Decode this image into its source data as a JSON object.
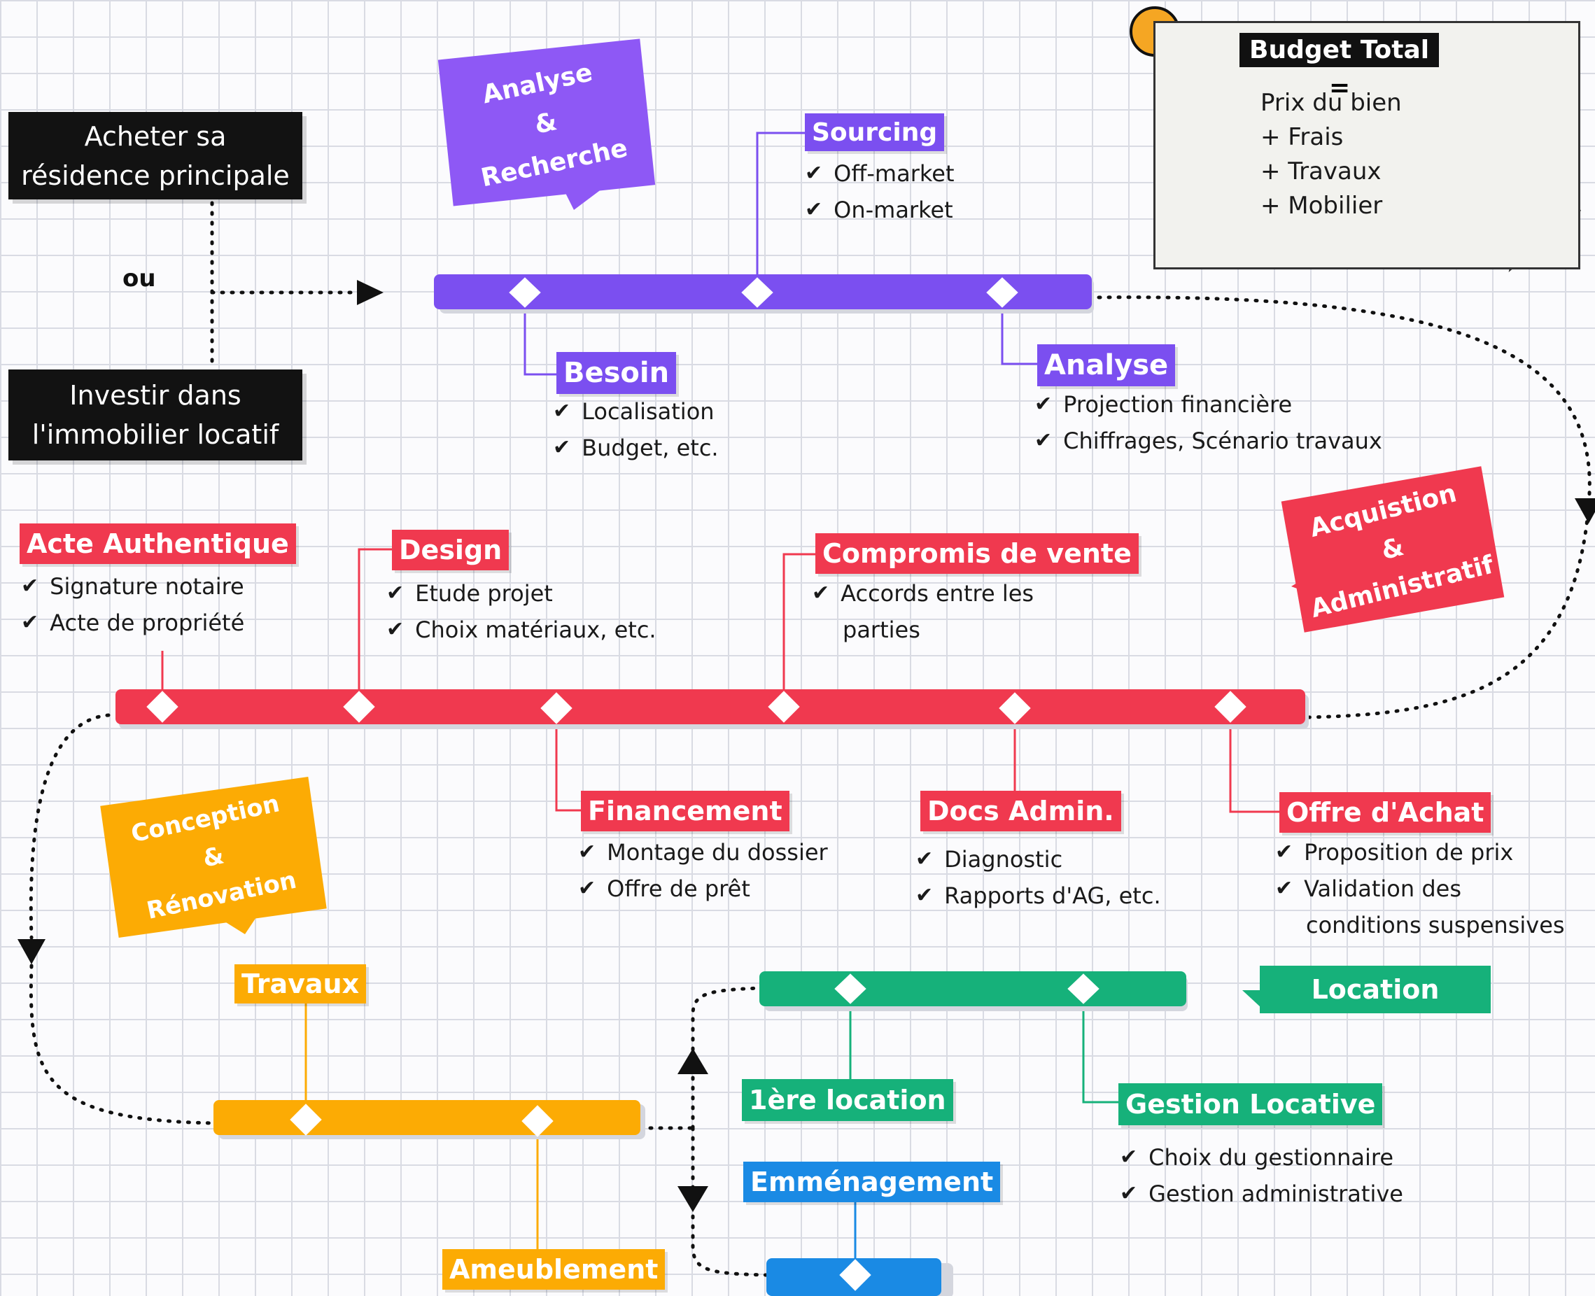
{
  "goals": {
    "buy": [
      "Acheter sa",
      "résidence principale"
    ],
    "or": "ou",
    "invest": [
      "Investir dans",
      "l'immobilier locatif"
    ]
  },
  "budget": {
    "title": "Budget Total",
    "equals": "=",
    "lines": [
      "Prix du bien",
      "+ Frais",
      "+ Travaux",
      "+ Mobilier"
    ]
  },
  "phases": {
    "analyse": [
      "Analyse",
      "&",
      "Recherche"
    ],
    "acquisition": [
      "Acquistion",
      "&",
      "Administratif"
    ],
    "conception": [
      "Conception",
      "&",
      "Rénovation"
    ],
    "location": "Location"
  },
  "check": "✔",
  "purple": {
    "color": "#7b4ff0",
    "sourcing": {
      "title": "Sourcing",
      "items": [
        "Off-market",
        "On-market"
      ]
    },
    "besoin": {
      "title": "Besoin",
      "items": [
        "Localisation",
        "Budget, etc."
      ]
    },
    "analyse": {
      "title": "Analyse",
      "items": [
        "Projection financière",
        "Chiffrages, Scénario travaux"
      ]
    }
  },
  "red": {
    "color": "#f0394f",
    "acte": {
      "title": "Acte Authentique",
      "items": [
        "Signature notaire",
        "Acte de propriété"
      ]
    },
    "design": {
      "title": "Design",
      "items": [
        "Etude projet",
        "Choix matériaux, etc."
      ]
    },
    "compromis": {
      "title": "Compromis de vente",
      "items": [
        "Accords entre les",
        "parties"
      ]
    },
    "financement": {
      "title": "Financement",
      "items": [
        "Montage du dossier",
        "Offre de prêt"
      ]
    },
    "docs": {
      "title": "Docs Admin.",
      "items": [
        "Diagnostic",
        "Rapports d'AG, etc."
      ]
    },
    "offre": {
      "title": "Offre d'Achat",
      "items": [
        "Proposition de prix",
        "Validation des",
        "conditions suspensives"
      ]
    }
  },
  "orange": {
    "color": "#fcab04",
    "travaux": {
      "title": "Travaux"
    },
    "ameublement": {
      "title": "Ameublement"
    }
  },
  "green": {
    "color": "#16b17a",
    "premiere": {
      "title": "1ère location"
    },
    "gestion": {
      "title": "Gestion Locative",
      "items": [
        "Choix du gestionnaire",
        "Gestion administrative"
      ]
    }
  },
  "blue": {
    "color": "#1a8ae4",
    "emmenagement": {
      "title": "Emménagement"
    }
  }
}
